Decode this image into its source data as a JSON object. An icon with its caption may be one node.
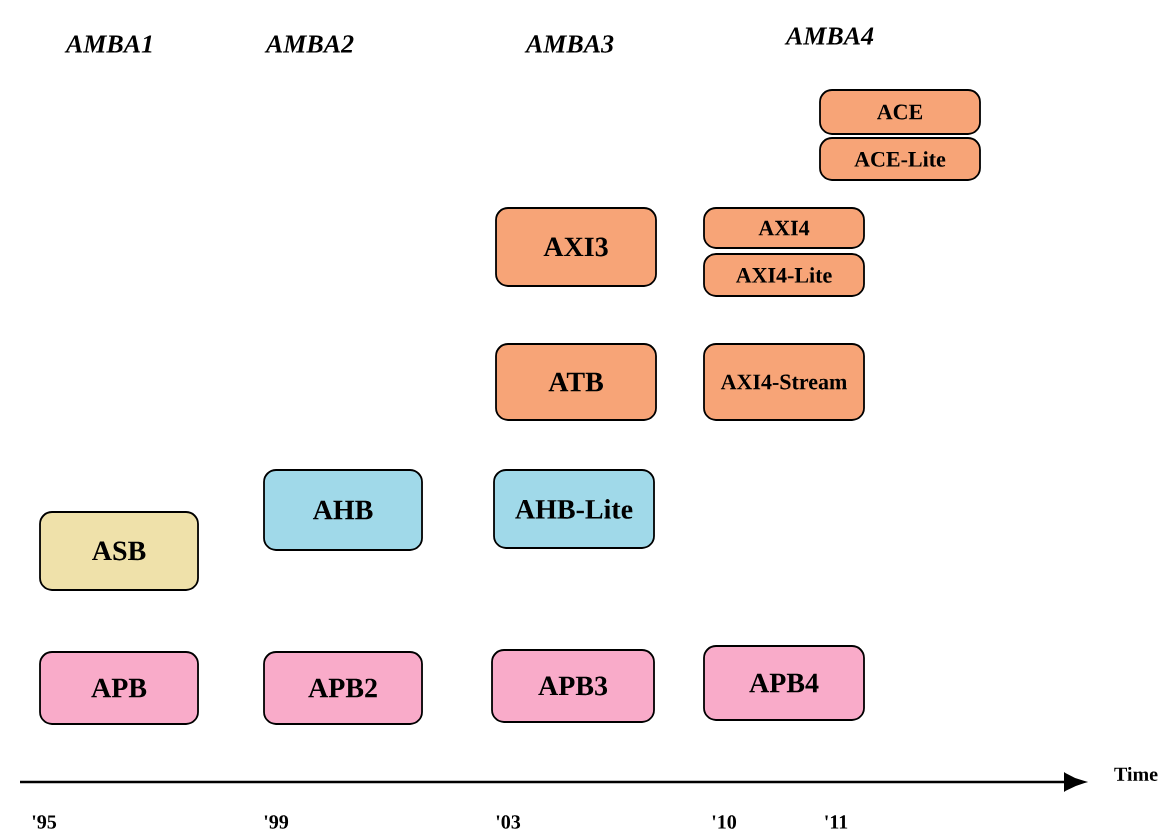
{
  "diagram": {
    "nodes": [
      {
        "text": [
          "ACE"
        ]
      },
      {
        "text": [
          "ACE-Lite"
        ]
      },
      {
        "text": [
          "AXI3"
        ]
      },
      {
        "text": [
          "AXI4"
        ]
      },
      {
        "text": [
          "AXI4-Lite"
        ]
      },
      {
        "text": [
          "ATB"
        ]
      },
      {
        "text": [
          "AXI4-Stream"
        ]
      },
      {
        "text": [
          "AHB"
        ]
      },
      {
        "text": [
          "AHB-Lite"
        ]
      },
      {
        "text": [
          "ASB"
        ]
      },
      {
        "text": [
          "APB"
        ]
      },
      {
        "text": [
          "APB2"
        ]
      },
      {
        "text": [
          "APB3"
        ]
      },
      {
        "text": [
          "APB4"
        ]
      }
    ],
    "labels": [
      "AMBA1",
      "AMBA2",
      "AMBA3",
      "AMBA4",
      "Time",
      "'95",
      "'99",
      "'03",
      "'10",
      "'11"
    ]
  }
}
